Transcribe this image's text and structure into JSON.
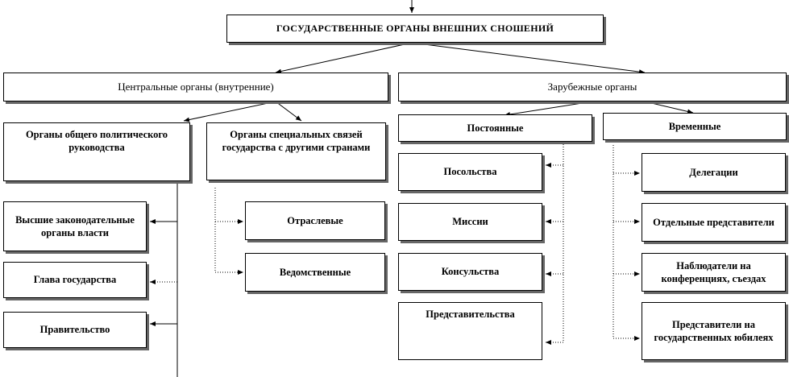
{
  "root": "ГОСУДАРСТВЕННЫЕ  ОРГАНЫ ВНЕШНИХ  СНОШЕНИЙ",
  "central": {
    "title": "Центральные органы (внутренние)",
    "general": {
      "title": "Органы общего политического руководства",
      "items": [
        "Высшие законодательные органы власти",
        "Глава государства",
        "Правительство"
      ]
    },
    "special": {
      "title": "Органы специальных связей государства  с другими странами",
      "items": [
        "Отраслевые",
        "Ведомственные"
      ]
    }
  },
  "foreign": {
    "title": "Зарубежные органы",
    "permanent": {
      "title": "Постоянные",
      "items": [
        "Посольства",
        "Миссии",
        "Консульства",
        "Представительства"
      ]
    },
    "temporary": {
      "title": "Временные",
      "items": [
        "Делегации",
        "Отдельные представители",
        "Наблюдатели на конференциях,  съездах",
        "Представители на государственных юбилеях"
      ]
    }
  }
}
